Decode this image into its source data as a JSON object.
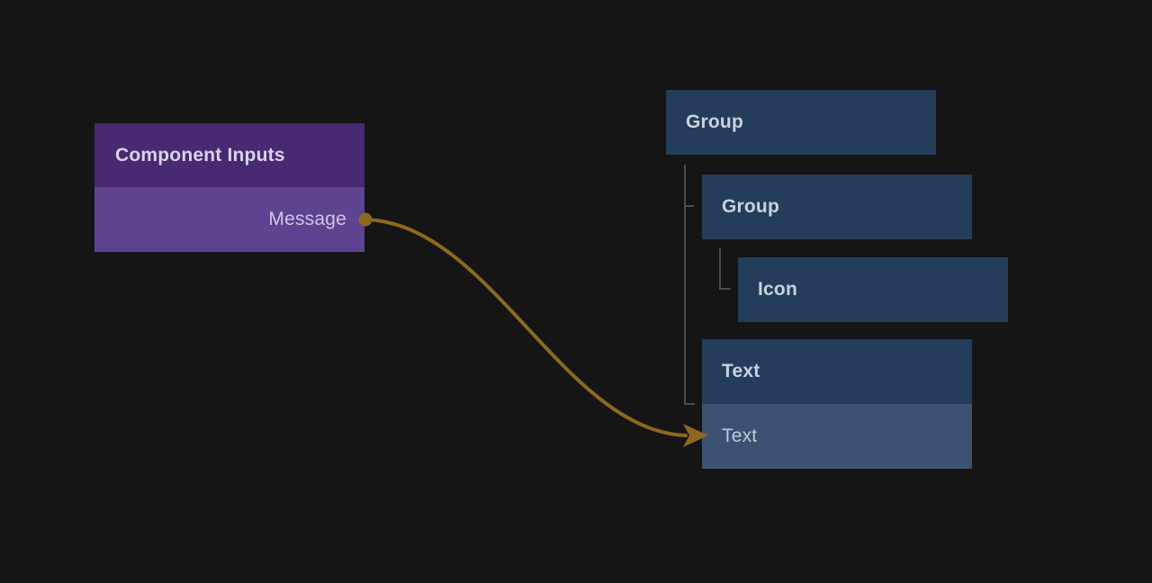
{
  "editor": {
    "background_color": "#151515",
    "tree_connector_color": "#4d4d4d"
  },
  "component_inputs_node": {
    "title": "Component Inputs",
    "header_color": "#472a72",
    "body_color": "#5d4390",
    "outputs": [
      {
        "label": "Message"
      }
    ]
  },
  "layer_tree": {
    "node_color": "#233d5b",
    "highlight_row_color": "#3d5172",
    "nodes": [
      {
        "label": "Group",
        "depth": 0
      },
      {
        "label": "Group",
        "depth": 1
      },
      {
        "label": "Icon",
        "depth": 2
      },
      {
        "label": "Text",
        "depth": 1,
        "input_row_label": "Text"
      }
    ]
  },
  "wire": {
    "color": "#8e691c",
    "source_label": "Message",
    "target_label": "Text"
  }
}
